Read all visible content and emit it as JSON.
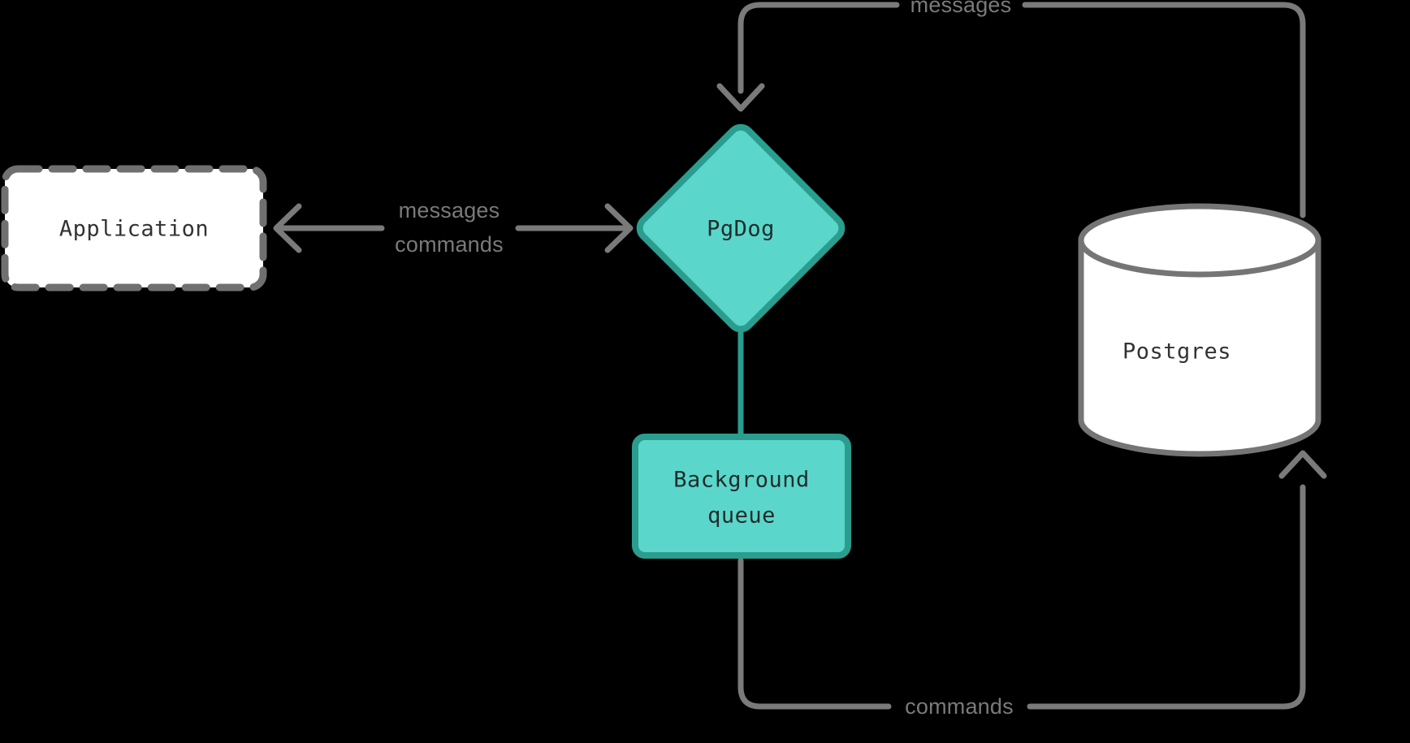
{
  "diagram": {
    "background_color": "#000000",
    "nodes": [
      {
        "id": "application",
        "label": "Application",
        "shape": "dashed-rounded-rect",
        "fill": "#ffffff",
        "stroke": "#707070",
        "text_color": "#333333"
      },
      {
        "id": "pgdog",
        "label": "PgDog",
        "shape": "diamond",
        "fill": "#5bd6cb",
        "stroke": "#2a9d8f",
        "text_color": "#1f2d2b"
      },
      {
        "id": "background-queue",
        "label": "Background",
        "label_line2": "queue",
        "shape": "rounded-rect",
        "fill": "#5bd6cb",
        "stroke": "#2a9d8f",
        "text_color": "#1f2d2b"
      },
      {
        "id": "postgres",
        "label": "Postgres",
        "shape": "cylinder",
        "fill": "#ffffff",
        "stroke": "#757575",
        "text_color": "#333333"
      }
    ],
    "edges": [
      {
        "id": "app-pgdog",
        "from": "application",
        "to": "pgdog",
        "label_line1": "messages",
        "label_line2": "commands",
        "color": "#7a7a7a",
        "arrows": "both"
      },
      {
        "id": "postgres-pgdog",
        "from": "postgres",
        "to": "pgdog",
        "label": "messages",
        "color": "#7a7a7a",
        "arrows": "to-pgdog"
      },
      {
        "id": "pgdog-queue",
        "from": "pgdog",
        "to": "background-queue",
        "label": "",
        "color": "#2a9d8f",
        "arrows": "none"
      },
      {
        "id": "queue-postgres",
        "from": "background-queue",
        "to": "postgres",
        "label": "commands",
        "color": "#7a7a7a",
        "arrows": "to-postgres"
      }
    ]
  }
}
